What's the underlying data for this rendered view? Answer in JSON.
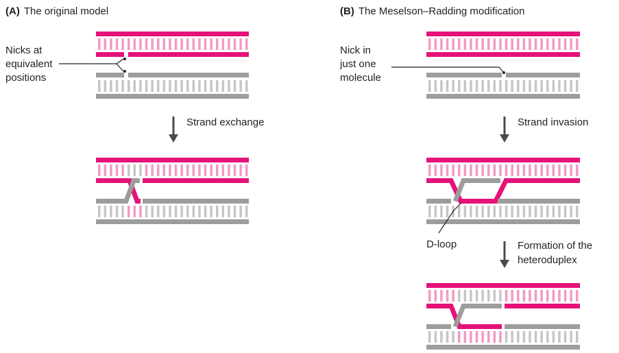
{
  "colors": {
    "magenta": "#e5127a",
    "pale_magenta": "#f39ac4",
    "gray": "#9d9d9c",
    "light_gray": "#c6c6c6",
    "arrow": "#4a4a4a",
    "text": "#231f20"
  },
  "panelA": {
    "letter": "(A)",
    "title": "The original model",
    "nick_label": [
      "Nicks at",
      "equivalent",
      "positions"
    ],
    "step_label": "Strand exchange"
  },
  "panelB": {
    "letter": "(B)",
    "title": "The Meselson–Radding modification",
    "nick_label": [
      "Nick in",
      "just one",
      "molecule"
    ],
    "step1_label": "Strand invasion",
    "dloop_label": "D-loop",
    "step2_label": [
      "Formation of the",
      "heteroduplex"
    ]
  }
}
